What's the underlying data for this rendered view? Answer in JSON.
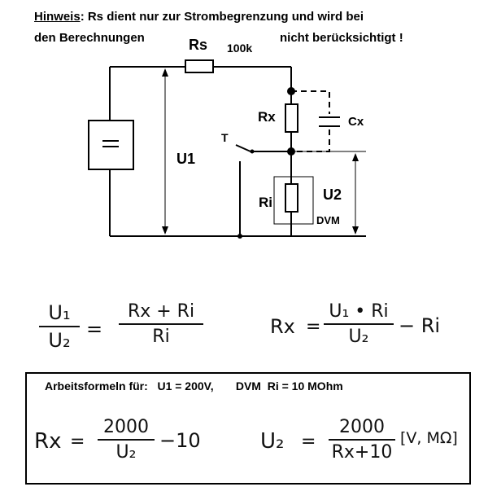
{
  "note": {
    "prefix": "Hinweis",
    "line1": ": Rs dient nur zur Strombegrenzung und wird bei",
    "line2_left": "den Berechnungen",
    "line2_right": "nicht berücksichtigt !"
  },
  "circuit": {
    "rs": "Rs",
    "rs_value": "100k",
    "rx": "Rx",
    "cx": "Cx",
    "t": "T",
    "u1": "U1",
    "ri": "Ri",
    "dvm": "DVM",
    "u2": "U2",
    "source_symbol": "="
  },
  "formula1": {
    "lhs_num": "U₁",
    "lhs_den": "U₂",
    "eq": "=",
    "rhs_num": "Rx + Ri",
    "rhs_den": "Ri"
  },
  "formula2": {
    "lhs": "Rx",
    "eq": "=",
    "num": "U₁ • Ri",
    "den": "U₂",
    "tail": "− Ri"
  },
  "box": {
    "title": "Arbeitsformeln für:   U1 = 200V,       DVM  Ri = 10 MOhm",
    "f3_lhs": "Rx",
    "f3_eq": "=",
    "f3_num": "2000",
    "f3_den": "U₂",
    "f3_tail": "−10",
    "f4_lhs": "U₂",
    "f4_eq": "=",
    "f4_num": "2000",
    "f4_den": "Rx+10",
    "f4_unit": "[V, MΩ]"
  }
}
